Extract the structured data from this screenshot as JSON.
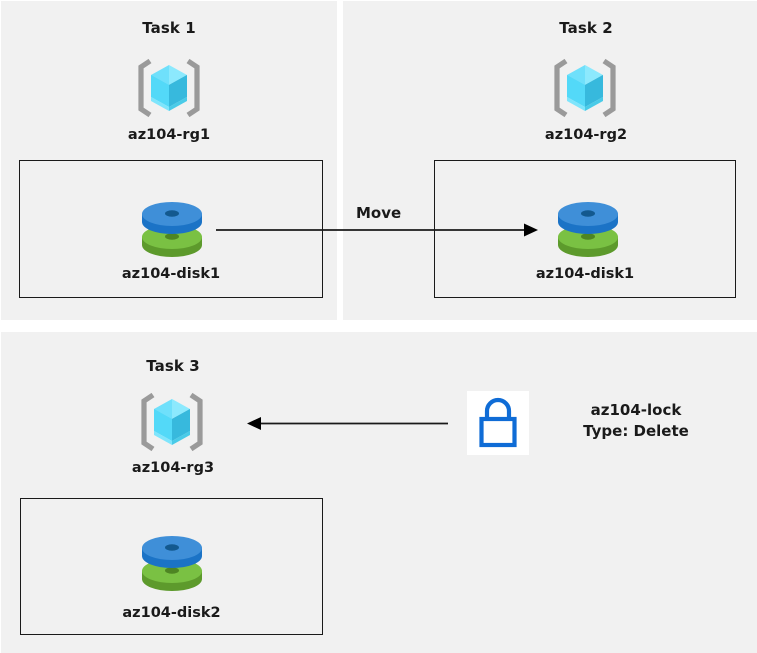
{
  "diagram": {
    "title": "Azure resource group tasks diagram",
    "background": "#ffffff",
    "panel_background": "#f1f1f1",
    "line_color": "#1a1a1a"
  },
  "panels": [
    {
      "id": "task1",
      "task_title": "Task 1",
      "resource_group": {
        "icon": "resource-group-cube-icon",
        "label": "az104-rg1"
      },
      "resource": {
        "icon": "managed-disk-icon",
        "label": "az104-disk1"
      }
    },
    {
      "id": "task2",
      "task_title": "Task 2",
      "resource_group": {
        "icon": "resource-group-cube-icon",
        "label": "az104-rg2"
      },
      "resource": {
        "icon": "managed-disk-icon",
        "label": "az104-disk1"
      }
    },
    {
      "id": "task3",
      "task_title": "Task 3",
      "resource_group": {
        "icon": "resource-group-cube-icon",
        "label": "az104-rg3"
      },
      "resource": {
        "icon": "managed-disk-icon",
        "label": "az104-disk2"
      }
    }
  ],
  "connectors": {
    "move": {
      "label": "Move",
      "direction": "right",
      "from": "az104-disk1 in az104-rg1",
      "to": "az104-disk1 in az104-rg2"
    },
    "lock": {
      "direction": "left",
      "from": "az104-lock",
      "to": "az104-rg3"
    }
  },
  "lock": {
    "icon": "padlock-icon",
    "name": "az104-lock",
    "type_line": "Type: Delete",
    "color": "#0f6cd6"
  },
  "colors": {
    "cube_light": "#6fe3fb",
    "cube_mid": "#37d3f5",
    "cube_dark": "#29b6d8",
    "bracket": "#9a9a9a",
    "disk_blue": "#3f8fd8",
    "disk_blue_dark": "#1b73c6",
    "disk_green": "#7ac143",
    "disk_green_dark": "#5d9a2c",
    "lock_blue": "#0f6cd6"
  }
}
